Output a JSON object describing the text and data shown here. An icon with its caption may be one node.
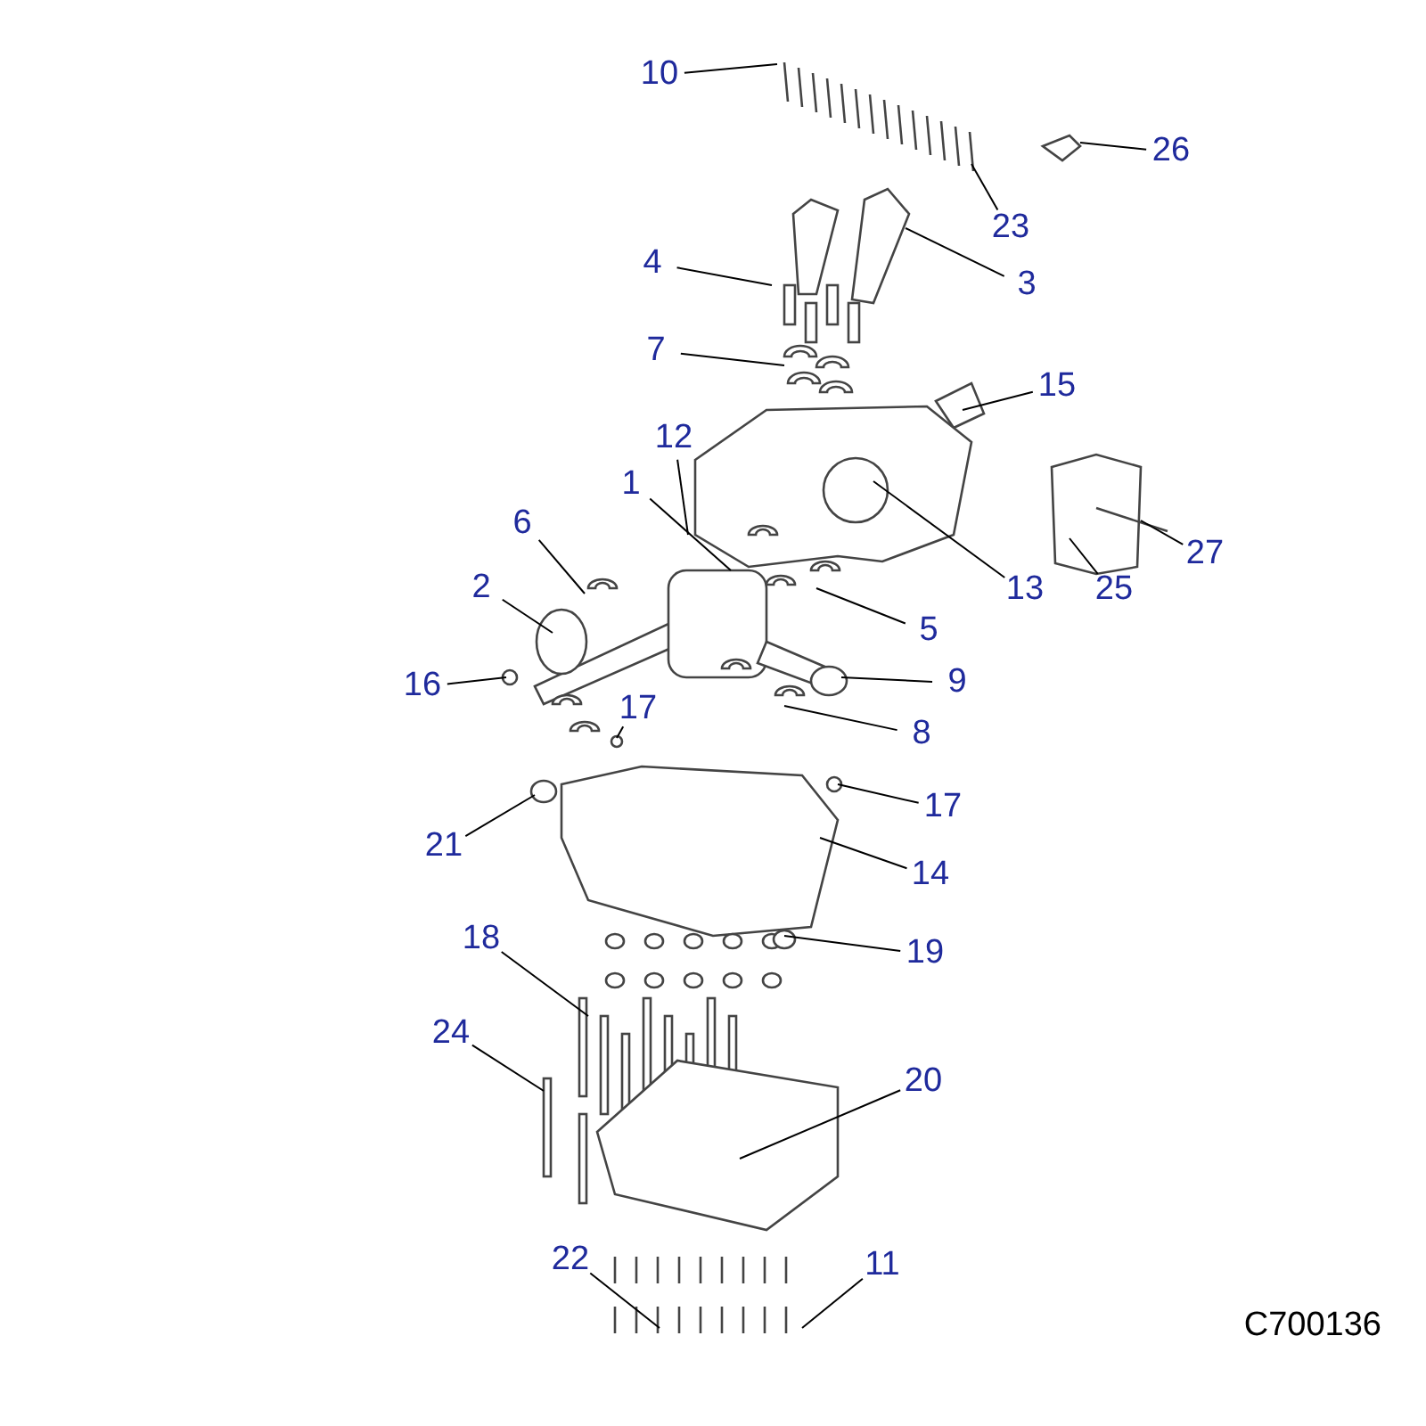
{
  "diagram": {
    "nodes": [
      {
        "text": [
          "10"
        ]
      },
      {
        "text": [
          "26"
        ]
      },
      {
        "text": [
          "23"
        ]
      },
      {
        "text": [
          "4"
        ]
      },
      {
        "text": [
          "3"
        ]
      },
      {
        "text": [
          "7"
        ]
      },
      {
        "text": [
          "15"
        ]
      },
      {
        "text": [
          "12"
        ]
      },
      {
        "text": [
          "1"
        ]
      },
      {
        "text": [
          "6"
        ]
      },
      {
        "text": [
          "27"
        ]
      },
      {
        "text": [
          "13"
        ]
      },
      {
        "text": [
          "25"
        ]
      },
      {
        "text": [
          "2"
        ]
      },
      {
        "text": [
          "5"
        ]
      },
      {
        "text": [
          "9"
        ]
      },
      {
        "text": [
          "16"
        ]
      },
      {
        "text": [
          "17"
        ]
      },
      {
        "text": [
          "8"
        ]
      },
      {
        "text": [
          "17"
        ]
      },
      {
        "text": [
          "21"
        ]
      },
      {
        "text": [
          "14"
        ]
      },
      {
        "text": [
          "18"
        ]
      },
      {
        "text": [
          "19"
        ]
      },
      {
        "text": [
          "24"
        ]
      },
      {
        "text": [
          "20"
        ]
      },
      {
        "text": [
          "22"
        ]
      },
      {
        "text": [
          "11"
        ]
      }
    ],
    "edges": [
      {
        "from": 0,
        "to": null,
        "arrow": "none"
      },
      {
        "from": 1,
        "to": null,
        "arrow": "none"
      },
      {
        "from": 2,
        "to": null,
        "arrow": "none"
      },
      {
        "from": 3,
        "to": null,
        "arrow": "none"
      },
      {
        "from": 4,
        "to": null,
        "arrow": "none"
      },
      {
        "from": 5,
        "to": null,
        "arrow": "none"
      },
      {
        "from": 6,
        "to": null,
        "arrow": "none"
      },
      {
        "from": 7,
        "to": null,
        "arrow": "none"
      },
      {
        "from": 8,
        "to": null,
        "arrow": "none"
      },
      {
        "from": 9,
        "to": null,
        "arrow": "none"
      },
      {
        "from": 10,
        "to": null,
        "arrow": "none"
      },
      {
        "from": 11,
        "to": null,
        "arrow": "none"
      },
      {
        "from": 12,
        "to": null,
        "arrow": "none"
      },
      {
        "from": 13,
        "to": null,
        "arrow": "none"
      },
      {
        "from": 14,
        "to": null,
        "arrow": "none"
      },
      {
        "from": 15,
        "to": null,
        "arrow": "none"
      },
      {
        "from": 16,
        "to": null,
        "arrow": "none"
      },
      {
        "from": 17,
        "to": null,
        "arrow": "none"
      },
      {
        "from": 18,
        "to": null,
        "arrow": "none"
      },
      {
        "from": 19,
        "to": null,
        "arrow": "none"
      },
      {
        "from": 20,
        "to": null,
        "arrow": "none"
      },
      {
        "from": 21,
        "to": null,
        "arrow": "none"
      },
      {
        "from": 22,
        "to": null,
        "arrow": "none"
      },
      {
        "from": 23,
        "to": null,
        "arrow": "none"
      },
      {
        "from": 24,
        "to": null,
        "arrow": "none"
      },
      {
        "from": 25,
        "to": null,
        "arrow": "none"
      },
      {
        "from": 26,
        "to": null,
        "arrow": "none"
      },
      {
        "from": 27,
        "to": null,
        "arrow": "none"
      }
    ],
    "labels": [
      "C700136"
    ]
  }
}
